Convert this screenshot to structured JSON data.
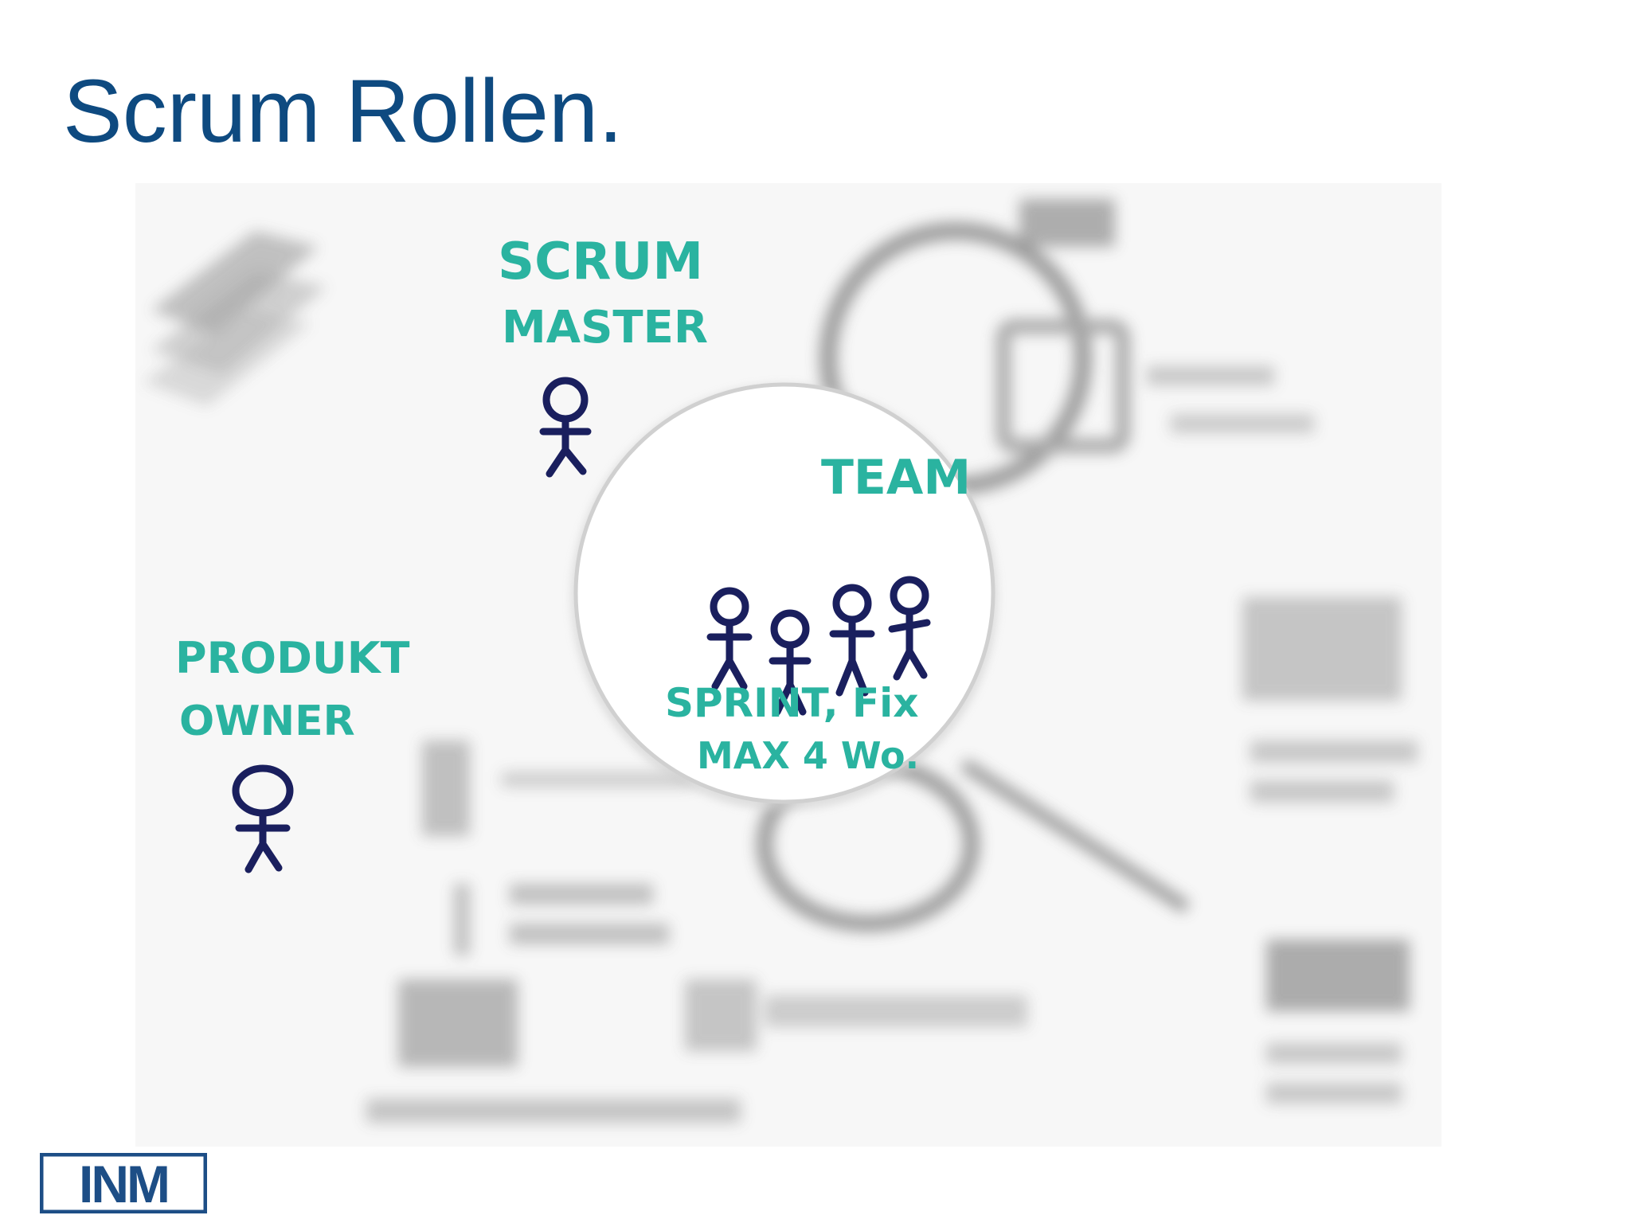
{
  "slide": {
    "title": "Scrum Rollen.",
    "logo_text": "INM"
  },
  "sketch": {
    "scrum_master": [
      "SCRUM",
      "MASTER"
    ],
    "team": "TEAM",
    "team_note": [
      "SPRINT, Fix",
      "MAX 4 Wo."
    ],
    "product_owner": [
      "PRODUKT",
      "OWNER"
    ]
  },
  "colors": {
    "title": "#0e4a80",
    "handwriting": "#2ab3a0",
    "figures": "#1a1f5e",
    "logo": "#1d4e86"
  }
}
